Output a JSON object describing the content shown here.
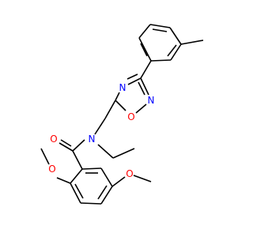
{
  "structure": {
    "description_labels": {
      "amide_oxygen": "O",
      "amide_nitrogen": "N",
      "oxadiazole_n4": "N",
      "oxadiazole_n2": "N",
      "oxadiazole_o1": "O",
      "methoxy_left_oxygen": "O",
      "methoxy_right_oxygen": "O"
    },
    "colors": {
      "bond": "#000000",
      "nitrogen": "#0000ff",
      "oxygen": "#ff0000",
      "background": "#ffffff"
    }
  }
}
